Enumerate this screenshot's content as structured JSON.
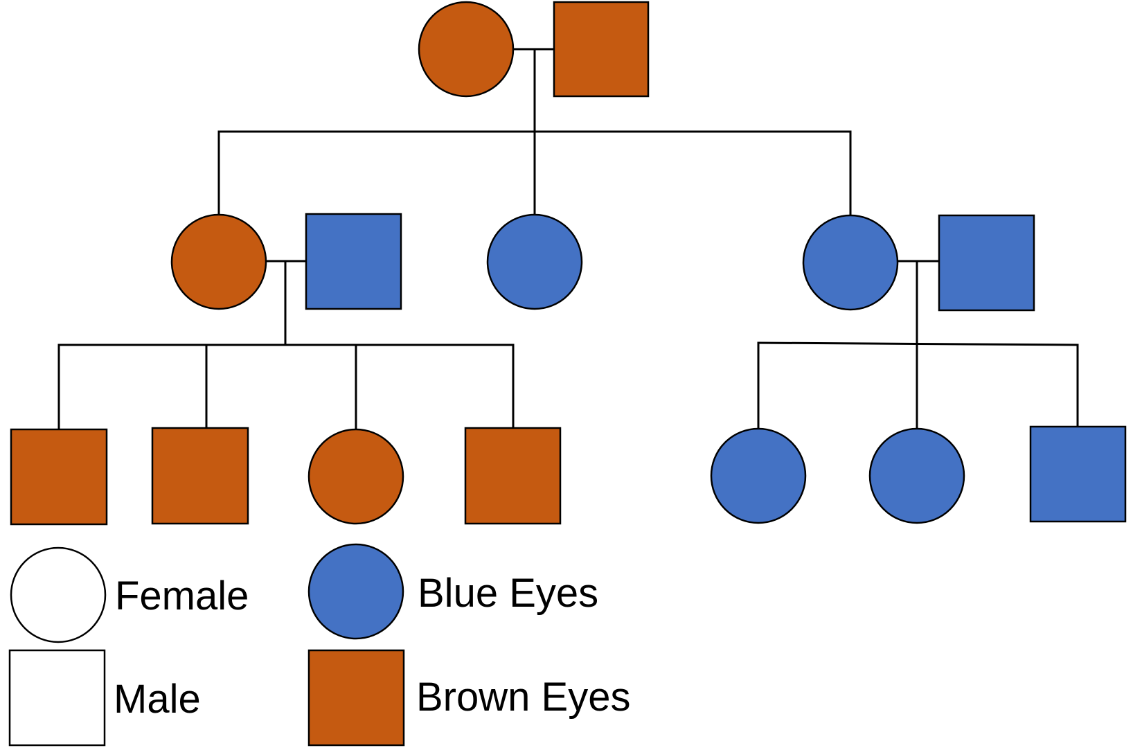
{
  "colors": {
    "brown": "#c55a11",
    "blue": "#4472c4",
    "outline": "#000000",
    "unaffected": "#ffffff"
  },
  "legend": {
    "female": "Female",
    "male": "Male",
    "blue_eyes": "Blue Eyes",
    "brown_eyes": "Brown Eyes"
  },
  "pedigree": {
    "generation_1": [
      {
        "sex": "female",
        "eyes": "brown"
      },
      {
        "sex": "male",
        "eyes": "brown"
      }
    ],
    "generation_2": [
      {
        "sex": "female",
        "eyes": "brown"
      },
      {
        "sex": "male",
        "eyes": "blue",
        "spouse": true
      },
      {
        "sex": "female",
        "eyes": "blue"
      },
      {
        "sex": "female",
        "eyes": "blue"
      },
      {
        "sex": "male",
        "eyes": "blue",
        "spouse": true
      }
    ],
    "generation_3": [
      {
        "sex": "male",
        "eyes": "brown"
      },
      {
        "sex": "male",
        "eyes": "brown"
      },
      {
        "sex": "female",
        "eyes": "brown"
      },
      {
        "sex": "male",
        "eyes": "brown"
      },
      {
        "sex": "female",
        "eyes": "blue"
      },
      {
        "sex": "female",
        "eyes": "blue"
      },
      {
        "sex": "male",
        "eyes": "blue"
      }
    ]
  }
}
